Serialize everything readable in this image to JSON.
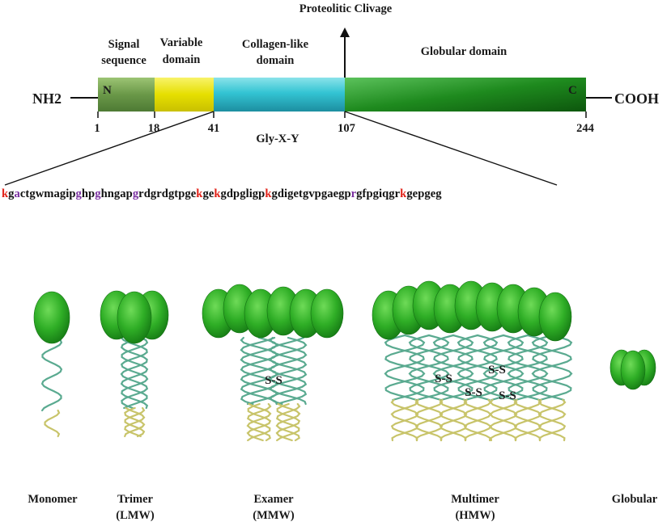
{
  "domain_structure": {
    "cleavage_label": "Proteolitic Clivage",
    "n_terminus": "NH2",
    "c_terminus": "COOH",
    "n_marker": "N",
    "c_marker": "C",
    "domains": [
      {
        "label_line1": "Signal",
        "label_line2": "sequence",
        "color": "#6f9a4b"
      },
      {
        "label_line1": "Variable",
        "label_line2": "domain",
        "color": "#e8e000"
      },
      {
        "label_line1": "Collagen-like",
        "label_line2": "domain",
        "color": "#2fc4d2"
      },
      {
        "label_line1": "Globular domain",
        "label_line2": "",
        "color": "#1f8a1f"
      }
    ],
    "positions": [
      "1",
      "18",
      "41",
      "107",
      "244"
    ],
    "repeat_label": "Gly-X-Y"
  },
  "sequence": "kgactgwmagipghpghngapgrdgrdgtpgekgekgdpgligpkgdigetgvpgaegprgfpgiqgrkgepgeg",
  "sequence_highlights": {
    "lysine_color": "#e2231a",
    "proline_color": "#7a2fa0"
  },
  "oligomers": [
    {
      "name": "Monomer",
      "sub": ""
    },
    {
      "name": "Trimer",
      "sub": "(LMW)"
    },
    {
      "name": "Examer",
      "sub": "(MMW)"
    },
    {
      "name": "Multimer",
      "sub": "(HMW)"
    },
    {
      "name": "Globular",
      "sub": ""
    }
  ],
  "disulfide_label": "S-S",
  "colors": {
    "globular": "#1f9a1f",
    "collagen_strand": "#5aaa90",
    "tail_strand": "#c8c46a"
  }
}
